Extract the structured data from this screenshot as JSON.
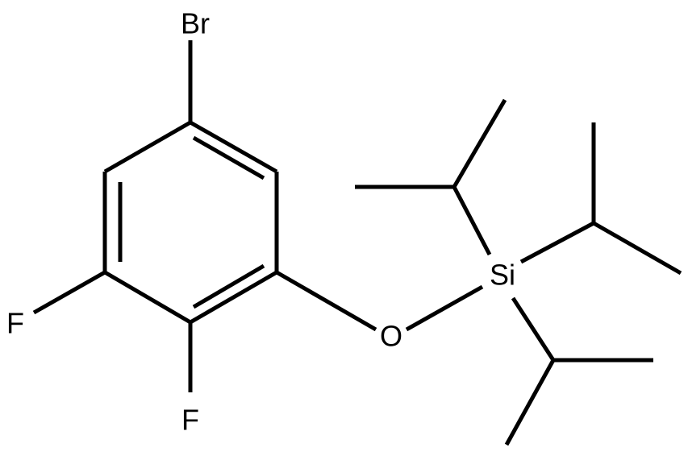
{
  "molecule": {
    "atoms": {
      "bromine": "Br",
      "fluorine_3": "F",
      "fluorine_2": "F",
      "oxygen": "O",
      "silicon": "Si"
    }
  },
  "colors": {
    "bond": "#000000",
    "label": "#000000",
    "background": "#ffffff"
  }
}
